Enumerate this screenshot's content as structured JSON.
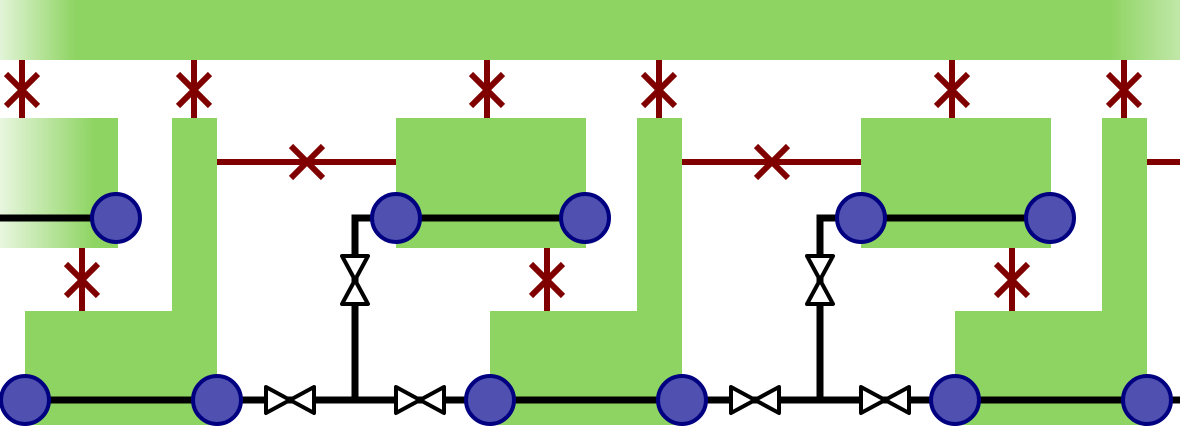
{
  "colors": {
    "block": "#8ed462",
    "support": "#800000",
    "pipe": "#000000",
    "node_fill": "#5050b0",
    "node_stroke": "#000080",
    "valve_fill": "#ffffff"
  },
  "diagram": {
    "units": 3,
    "nodes_per_unit": 4,
    "valves_per_unit": 3
  }
}
